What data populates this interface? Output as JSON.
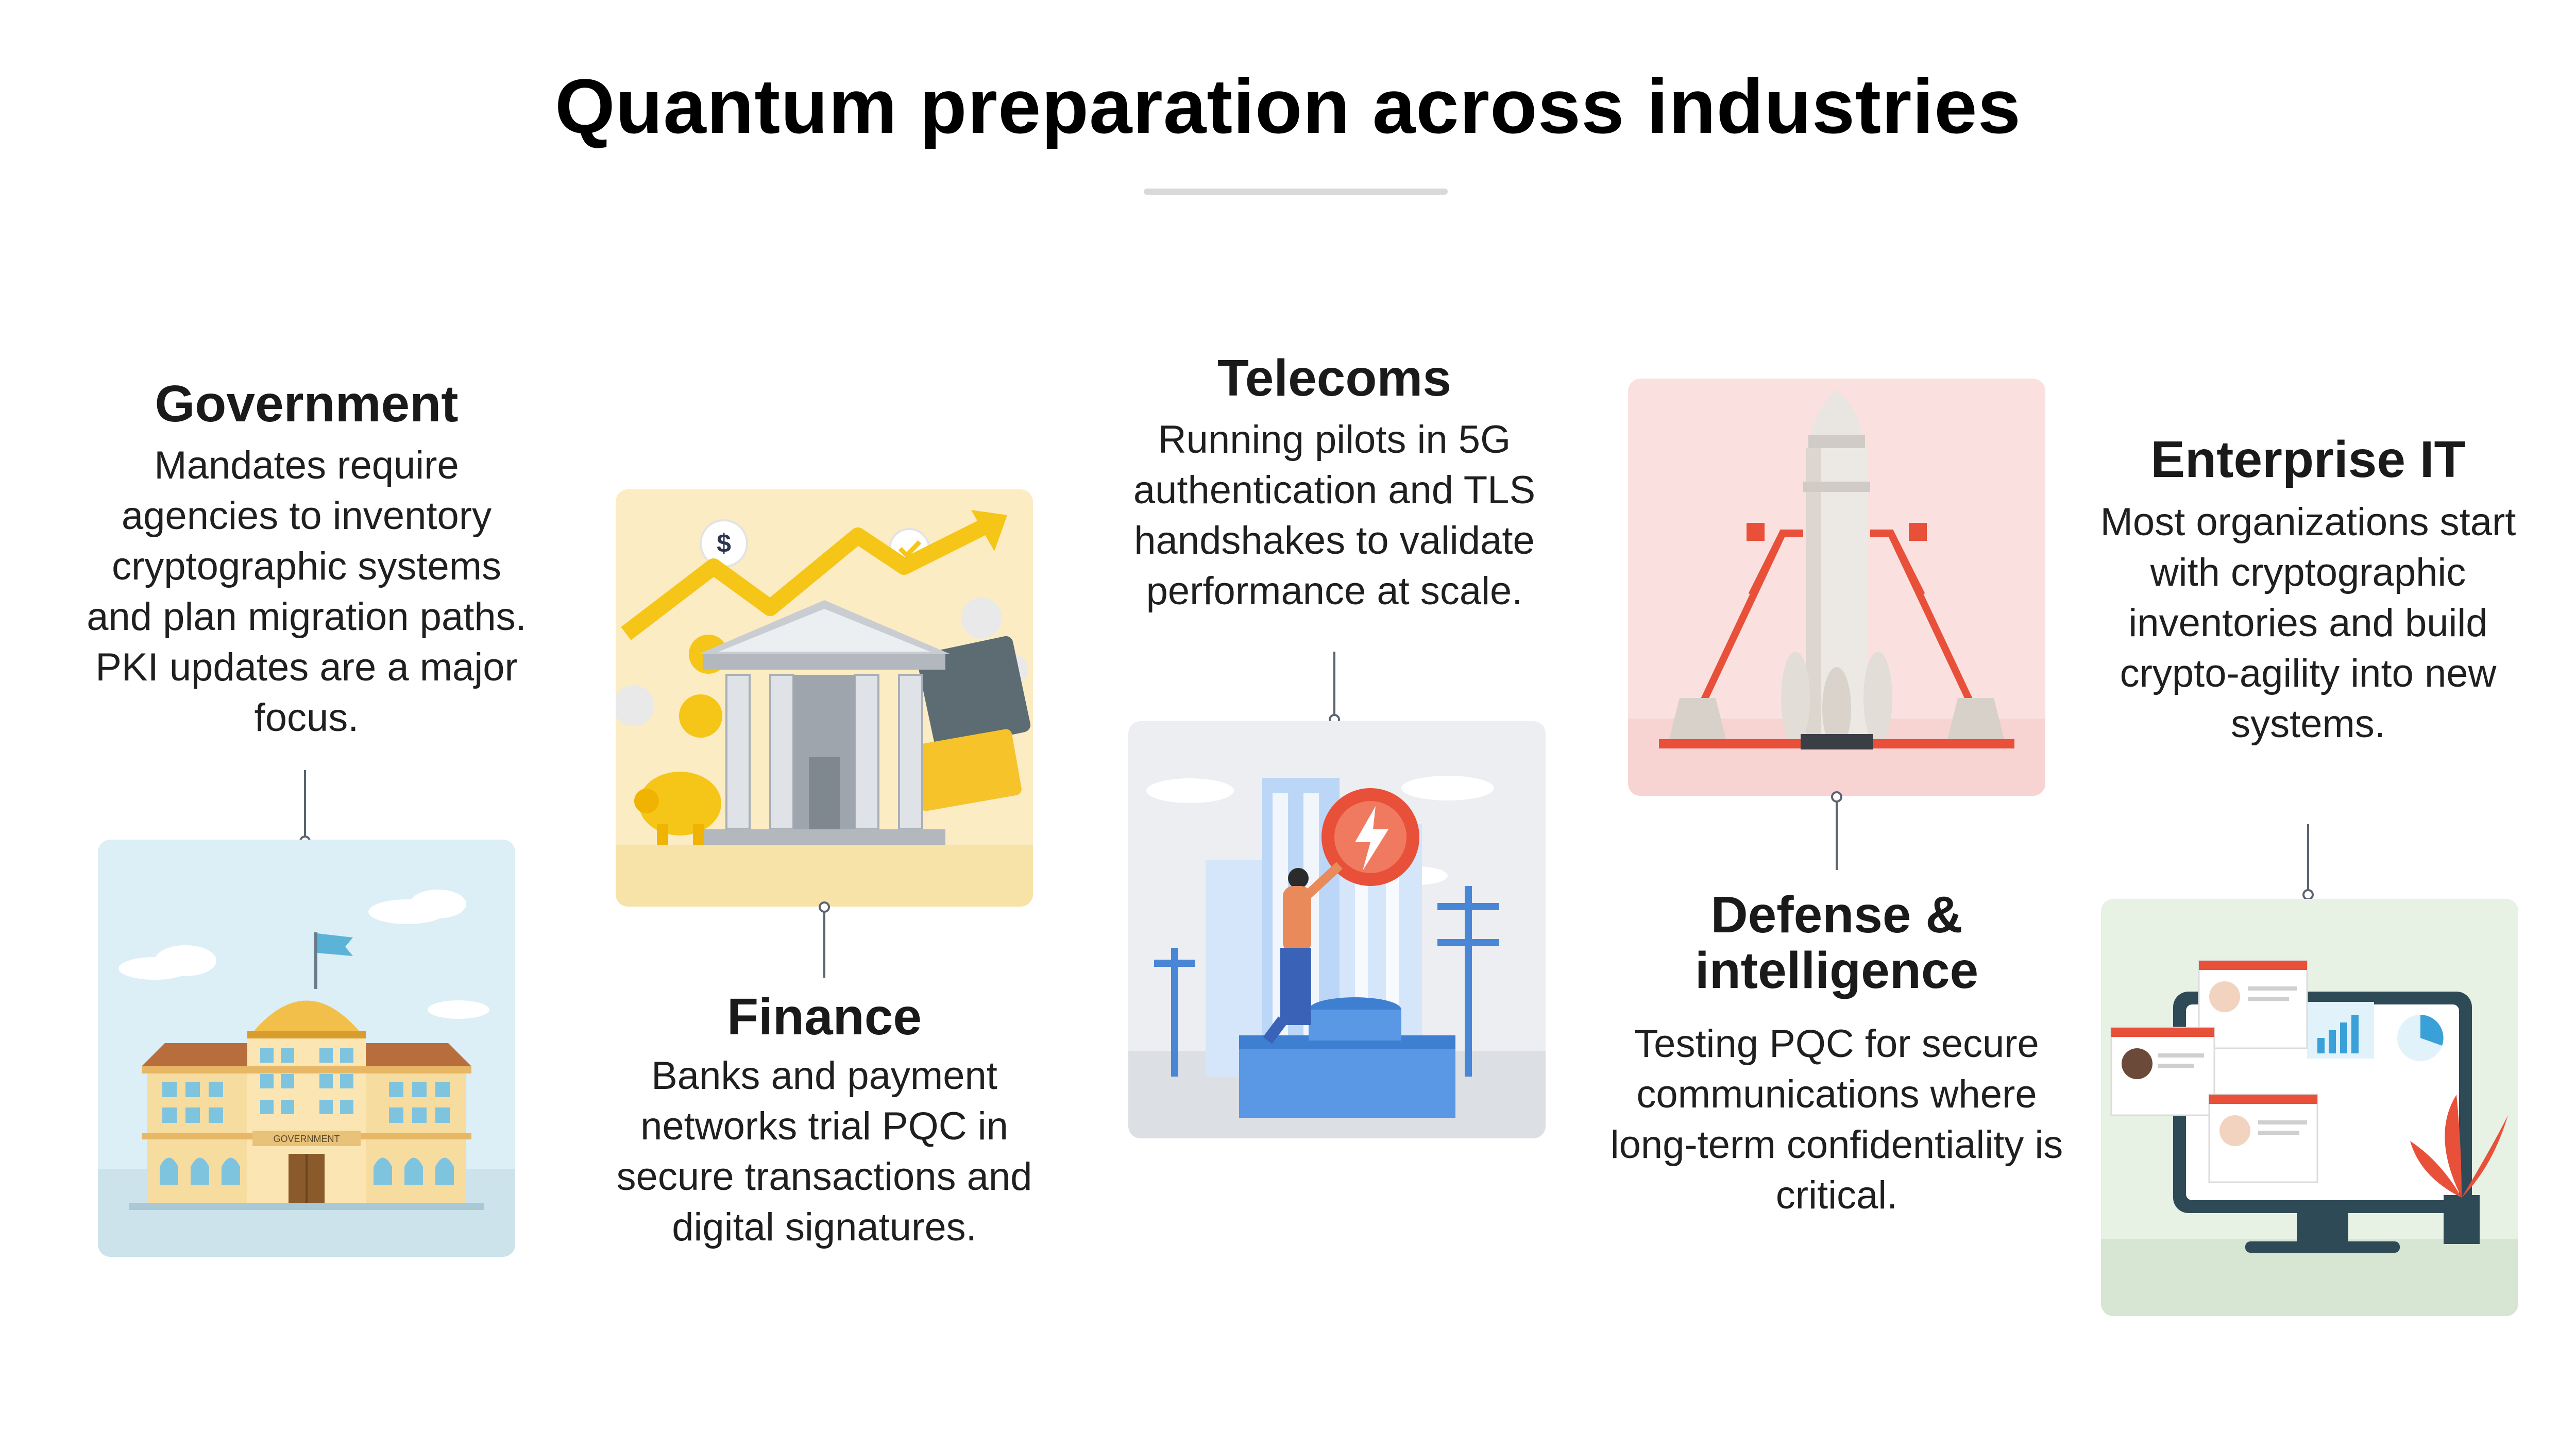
{
  "title": "Quantum preparation across industries",
  "industries": [
    {
      "name": "Government",
      "text": "Mandates require agencies to inventory cryptographic systems and plan migration paths. PKI updates are a major focus.",
      "icon": "government-building-illustration",
      "sign": "GOVERNMENT"
    },
    {
      "name": "Finance",
      "text": "Banks and payment networks trial PQC in secure transactions and digital signatures.",
      "icon": "bank-growth-illustration",
      "symbol": "$"
    },
    {
      "name": "Telecoms",
      "text": "Running pilots in 5G authentication and TLS handshakes to validate performance at scale.",
      "icon": "telecom-tower-illustration"
    },
    {
      "name": "Defense & intelligence",
      "text": "Testing PQC for secure communications where long-term confidentiality is critical.",
      "icon": "rocket-launch-illustration"
    },
    {
      "name": "Enterprise IT",
      "text": "Most organizations start with cryptographic inventories and build crypto-agility into new systems.",
      "icon": "enterprise-dashboard-illustration"
    }
  ],
  "colors": {
    "accent_orange": "#e8503a",
    "accent_yellow": "#f5c518",
    "accent_blue": "#4a86d6",
    "connector": "#5a6470"
  }
}
